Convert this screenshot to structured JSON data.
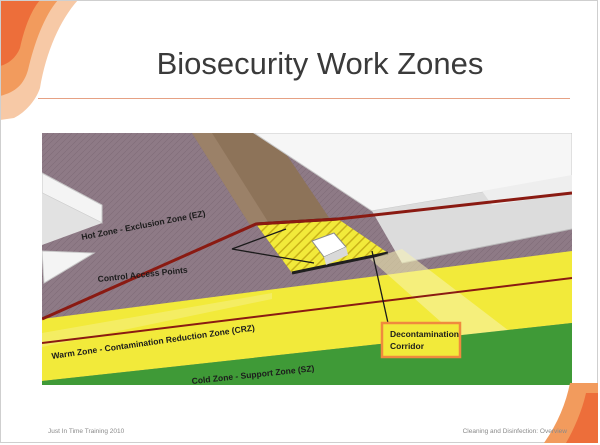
{
  "slide": {
    "title": "Biosecurity Work Zones",
    "footer_left": "Just In Time Training 2010",
    "footer_right": "Cleaning and Disinfection: Overview"
  },
  "diagram": {
    "labels": {
      "hot_zone": "Hot Zone - Exclusion Zone (EZ)",
      "control_points": "Control Access Points",
      "warm_zone": "Warm Zone - Contamination Reduction Zone (CRZ)",
      "cold_zone": "Cold Zone - Support Zone (SZ)",
      "decon_line1": "Decontamination",
      "decon_line2": "Corridor"
    },
    "colors": {
      "hot_zone": "#8e7a86",
      "warm_zone": "#f2ea3a",
      "cold_zone": "#3f9a37",
      "boundary": "#8a1a12",
      "accent": "#f08a3e",
      "dirt_path": "#8d7359",
      "building": "#f4f4f4"
    }
  }
}
